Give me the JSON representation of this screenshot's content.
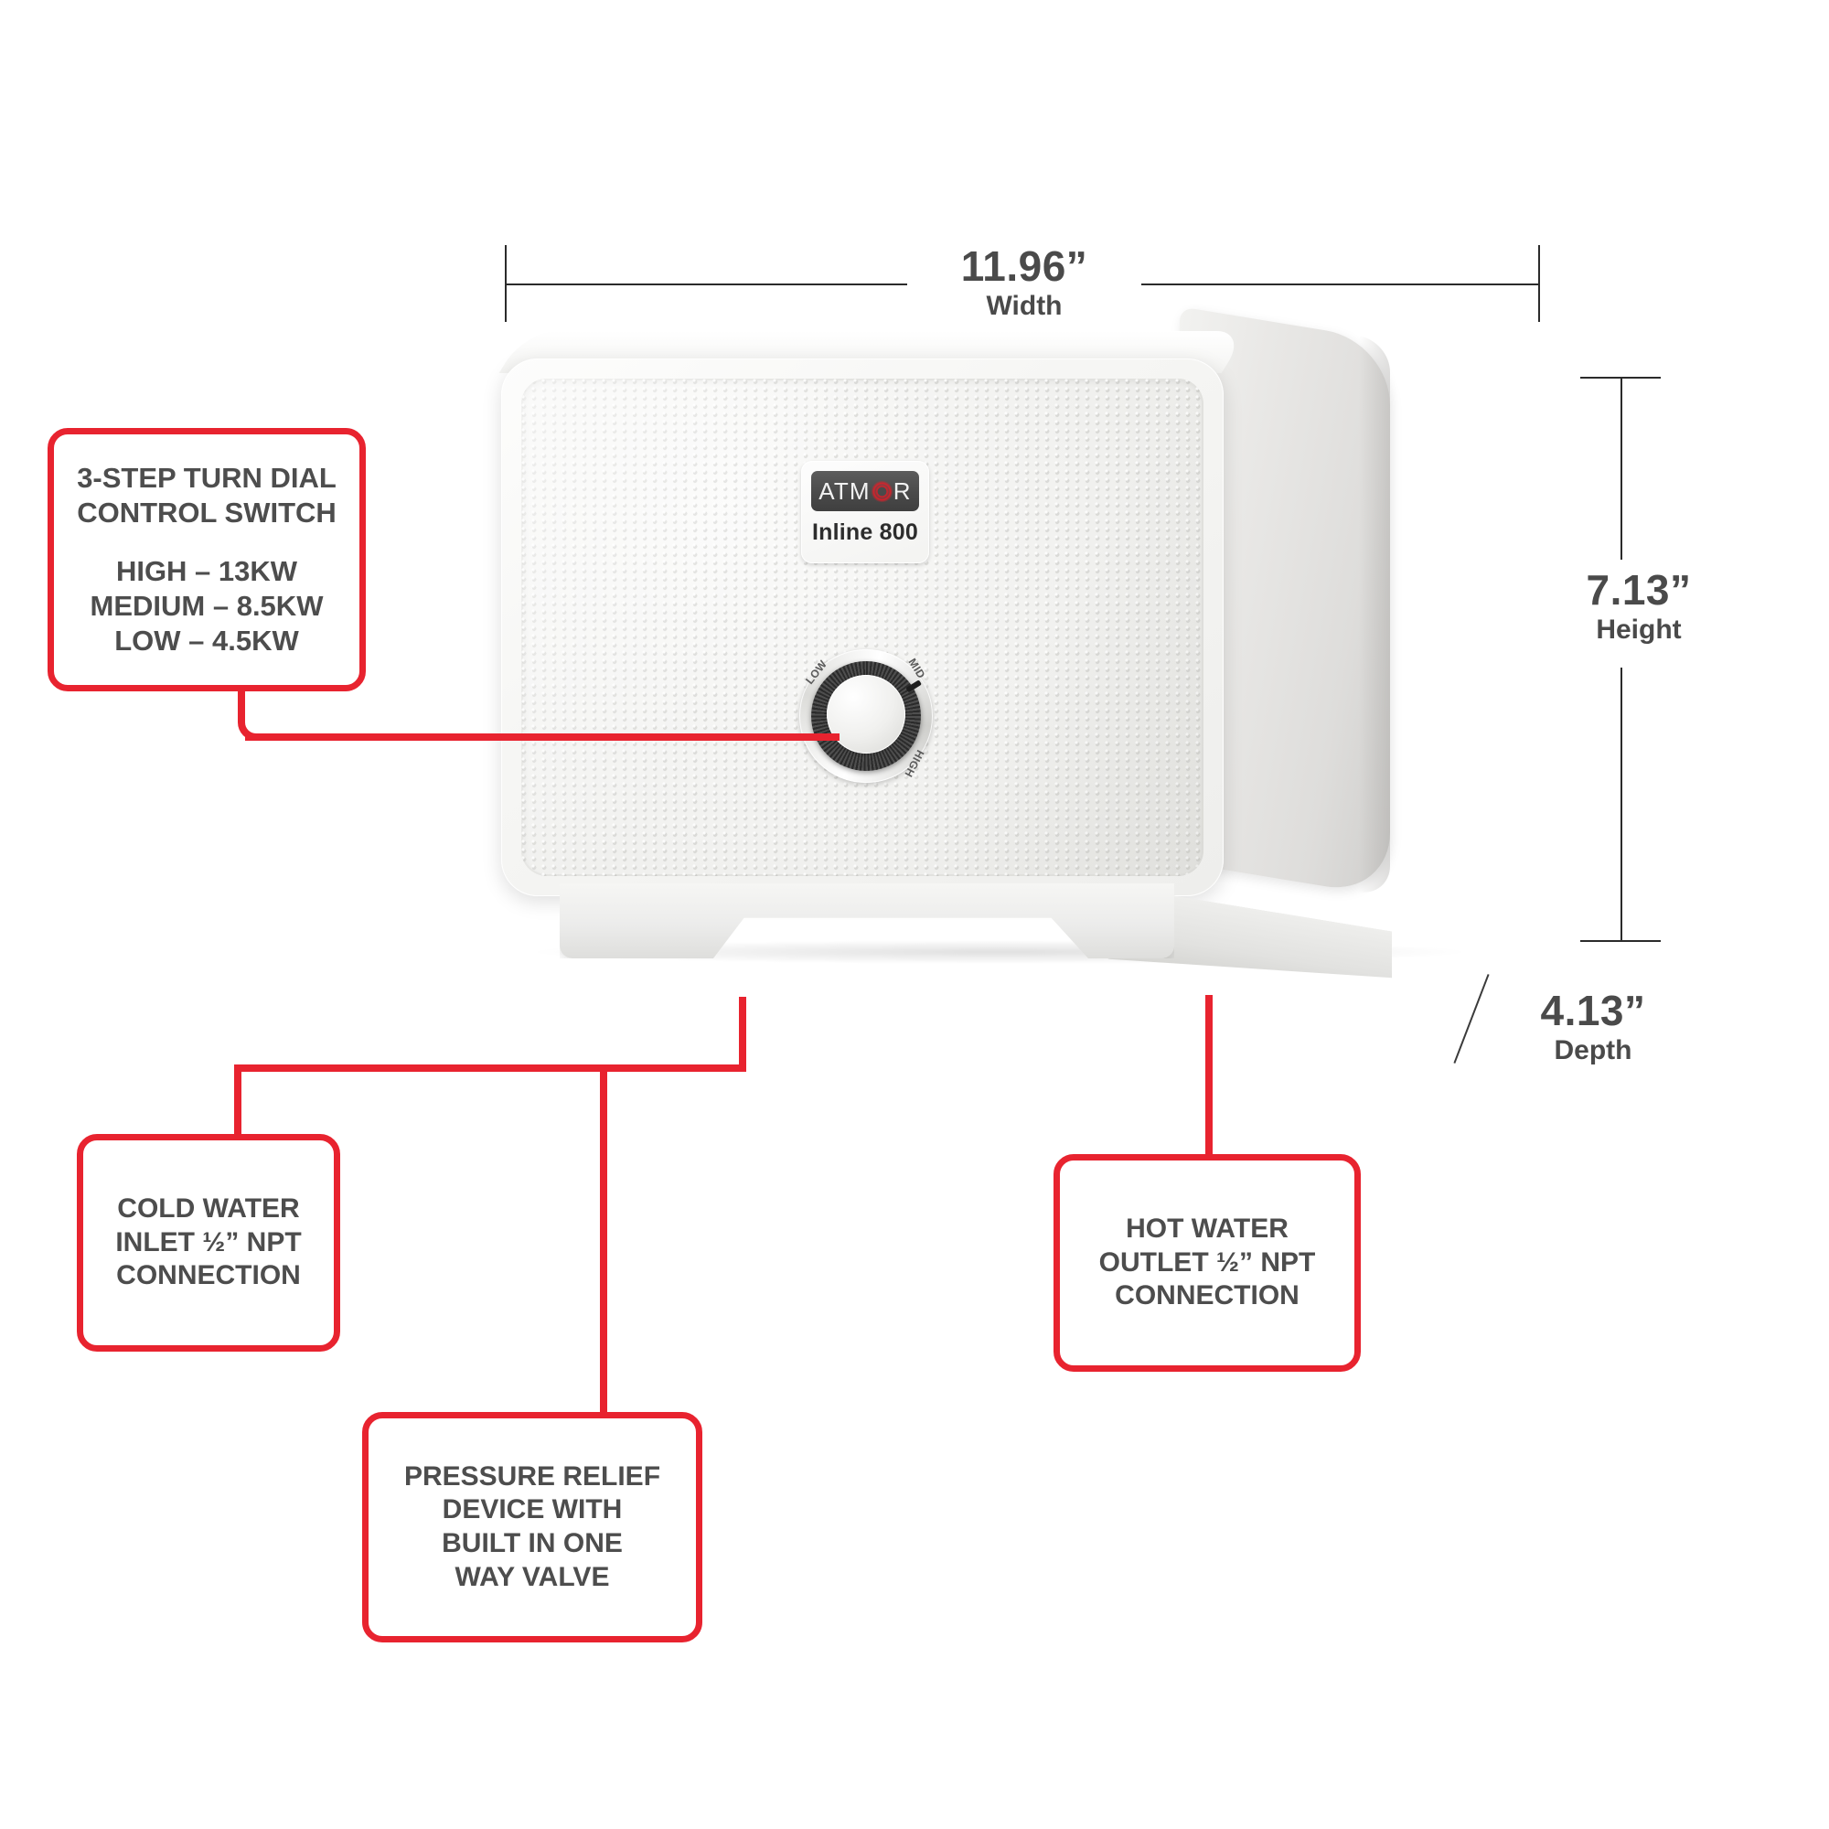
{
  "product": {
    "brand": "ATMOR",
    "brand_pre": "ATM",
    "brand_post": "R",
    "model": "Inline 800",
    "dial": {
      "low_label": "LOW",
      "mid_label": "MID",
      "high_label": "HIGH"
    }
  },
  "dimensions": {
    "width": {
      "value": "11.96”",
      "caption": "Width"
    },
    "height": {
      "value": "7.13”",
      "caption": "Height"
    },
    "depth": {
      "value": "4.13”",
      "caption": "Depth"
    }
  },
  "callouts": {
    "dial": {
      "title_line1": "3-STEP TURN DIAL",
      "title_line2": "CONTROL SWITCH",
      "spec_line1": "HIGH – 13KW",
      "spec_line2": "MEDIUM – 8.5KW",
      "spec_line3": "LOW – 4.5KW"
    },
    "cold_inlet": {
      "line1": "COLD WATER",
      "line2": "INLET ½” NPT",
      "line3": "CONNECTION"
    },
    "hot_outlet": {
      "line1": "HOT WATER",
      "line2": "OUTLET ½” NPT",
      "line3": "CONNECTION"
    },
    "pressure_relief": {
      "line1": "PRESSURE RELIEF",
      "line2": "DEVICE WITH",
      "line3": "BUILT IN ONE",
      "line4": "WAY VALVE"
    }
  },
  "colors": {
    "accent_red": "#e8232f",
    "text_gray": "#4d4d4d",
    "dimension_line": "#2b2b2b",
    "logo_red": "#e01e28"
  }
}
